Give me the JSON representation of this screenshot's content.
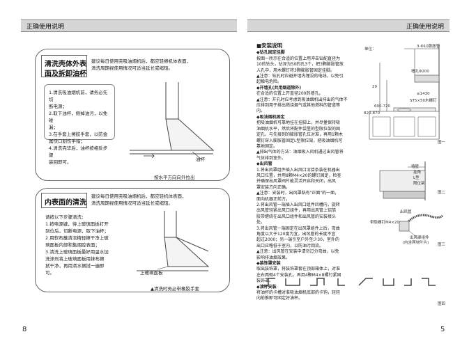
{
  "header": {
    "left": "正确使用说明",
    "right": "正确使用说明"
  },
  "page_numbers": {
    "left": "8",
    "right": "5"
  },
  "shell_clean": {
    "title_line1": "清洗壳体外表",
    "title_line2": "面及拆卸油杯",
    "desc_line1": "建议每日使用完吸油烟机后，都应轻擦机体表面，",
    "desc_line2": "清洗周期视使用情况可适当延长或缩短。",
    "steps": [
      "1.清洗吸油烟机前，请务必先切",
      "断电源；",
      "2.取下油杯，侧掉油污，以免碰",
      "漏；",
      "3.在手套上擦胶手套，以防金",
      "属快口割伤手指；",
      "4.清洗完毕后，油杯按相反步骤",
      "装回即可。"
    ],
    "oil_cup_label": "油杯",
    "caption": "按水平方向向外拉出"
  },
  "inner_clean": {
    "title": "内表面的清洗",
    "desc_line1": "建议每日使用完吸油烟机后，都应轻机体表面，",
    "desc_line2": "清洗周期视使用情况可适当延长或缩短。",
    "steps_intro": "请按以下步骤清洗：",
    "steps": [
      "1.按电源键，待上玻璃面板打开",
      "到位后，切断电源，取下油杯；",
      "2.用软布蘸清洁精轻擦干净上玻",
      "璃面板内部和集烟腔表面；",
      "3.清洗上玻璃面板最好用温水加",
      "洗涤剂将上玻璃面板用抹布擦",
      "拭干净，再用清水擦拭一遍即",
      "可。"
    ],
    "panel_label": "上玻璃面板",
    "caption": "▲清洗时务必带橡胶手套"
  },
  "install": {
    "section": "■安装说明",
    "items": [
      {
        "head": "◆钻孔固定挂脚",
        "lines": [
          "按图一所示在合适的位置上用冲击钻配直径为",
          "10的钻头，钻深为50的孔3个，把3颗膨胀管放",
          "入孔中，用木螺钉将3颗膨胀管固定挂脚。",
          "▲注意：钻孔时应避开墙内埋设的电线，以免引",
          "起触电危险。"
        ]
      },
      {
        "head": "◆开墙孔(共用烟道除外)",
        "lines": [
          "在合适的位置上开直径200的墙孔。",
          "▲注意：开孔时应考虑到吸油烟机出排出的气体不",
          "应排到用于排出燃烧烟气或其他燃料的管道等",
          "内。"
        ]
      },
      {
        "head": "◆吸油烟机固定",
        "lines": [
          "把吸油烟机可靠地挂在挂脚上，并尽量保持吸",
          "油烟机水平，然后将配件袋里的型限位架的固",
          "定孔，与先接到的膨胀管孔位对准，再用1颗木",
          "螺钉穿入膨胀管固定L型限位架，把吸油烟机可",
          "靠地固定。",
          "▲排出气体的方法：油烟吸入风机通过出风管将",
          "气体排到室外。"
        ]
      },
      {
        "head": "◆出风管",
        "lines": [
          "1.将出风罩组件插入出风口沿接条装在机器出",
          "风口位置，并用8颗M4×20的螺钉固定，检查",
          "并确保出风罩阀片能灵活开启和关闭，出风",
          "罩安装方向正确。",
          "▲注意：安装时，出风罩粘有\"正面\"的一面，",
          "面向机器正前方。",
          "2.将出风管一端插入出风口组件凹槽内，旋转",
          "出风管轻紧出风口组件，再用出风管上铝箔",
          "胶带缠绕在出风口组件和出风管的安装接头",
          "处。",
          "3.将出风管一端固定在出风罩组件上后，弯曲",
          "角度以大于120度为宜，出风管的长度不宜",
          "超过2000；另一端引至户外至少30，室外的",
          "出口应略低于室内，以防油污回流。",
          "▲注意：出风管在安装中请勿过分弯曲，以免",
          "影响排油烟效果。"
        ]
      },
      {
        "head": "◆装饰罩安装",
        "lines": [
          "取出装饰罩，将装饰罩套在顶部箱体上，对准",
          "左右两侧4个安装孔，再用4颗M4×8螺钉紧固",
          "装饰罩。"
        ]
      },
      {
        "head": "◆油杯安装",
        "lines": [
          "将油杯的卡槽对准吸油烟机底部的卡钩，轻轻",
          "向前推即可固定好油杯。"
        ]
      }
    ]
  },
  "figures": {
    "fig1": {
      "unit": "单位：",
      "bolts": "3-Φ10膨胀管",
      "hole": "墙孔Φ200",
      "dim1": "29",
      "dim2": "600-720",
      "dim3": "820-870",
      "dim4": "≥1430",
      "screws": "ST5×50木螺钉",
      "label": "图一"
    },
    "fig2": {
      "wall": "墙壁",
      "hook": "挂角",
      "limit1": "L型",
      "limit2": "限位架",
      "label": "图二"
    },
    "fig3": {
      "pipe": "出风管",
      "cover": "带垫螺钉M4×20",
      "hood1": "出风罩组件",
      "hood2": "(内含两块叶片)",
      "label": "图三"
    },
    "fig4": {
      "label": "图四"
    }
  }
}
